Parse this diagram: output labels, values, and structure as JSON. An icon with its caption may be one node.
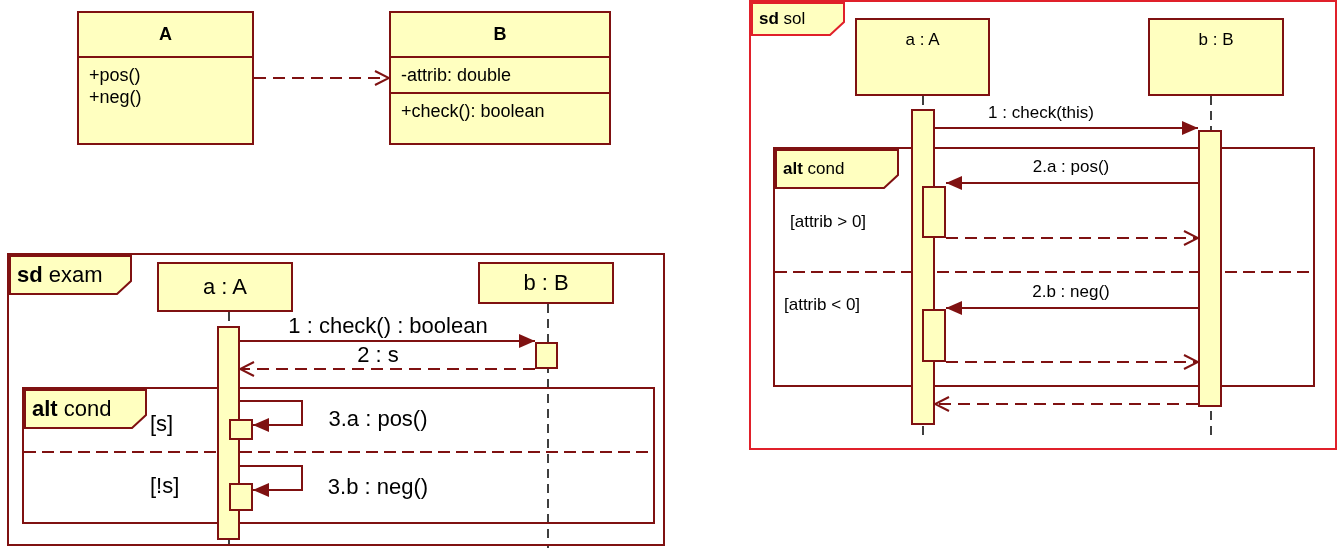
{
  "diagram": {
    "nodes": [
      {
        "text": [
          "A",
          "+pos()",
          "+neg()"
        ]
      },
      {
        "text": [
          "B",
          "-attrib: double",
          "+check(): boolean"
        ]
      },
      {
        "text": [
          "**sd** exam"
        ]
      },
      {
        "text": [
          "a : A"
        ],
        "in": 2
      },
      {
        "text": [
          "b : B"
        ],
        "in": 2
      },
      {
        "text": [
          "**alt** cond",
          "[s]",
          "[!s]"
        ],
        "in": 2
      },
      {
        "text": [],
        "shape": "bar",
        "in": 2
      },
      {
        "text": [],
        "shape": "bar",
        "in": 2
      },
      {
        "text": [],
        "shape": "bar",
        "in": 5
      },
      {
        "text": [],
        "shape": "bar",
        "in": 5
      },
      {
        "text": [
          "**sd** sol"
        ]
      },
      {
        "text": [
          "a : A"
        ],
        "in": 10
      },
      {
        "text": [
          "b : B"
        ],
        "in": 10
      },
      {
        "text": [
          "**alt** cond",
          "[attrib > 0]",
          "[attrib < 0]"
        ],
        "in": 10
      },
      {
        "text": [],
        "shape": "bar",
        "in": 10
      },
      {
        "text": [],
        "shape": "bar",
        "in": 10
      },
      {
        "text": [],
        "shape": "bar",
        "in": 13
      },
      {
        "text": [],
        "shape": "bar",
        "in": 13
      }
    ],
    "edges": [
      {
        "from": 0,
        "to": 1,
        "arrow": "to",
        "style": "dashed"
      },
      {
        "from": 6,
        "to": 7,
        "arrow": "to",
        "label": "1 : check() : boolean"
      },
      {
        "from": 7,
        "to": 6,
        "arrow": "to",
        "label": "2 : s",
        "style": "dashed"
      },
      {
        "from": 6,
        "to": 8,
        "arrow": "to",
        "label": "3.a : pos()"
      },
      {
        "from": 6,
        "to": 9,
        "arrow": "to",
        "label": "3.b : neg()"
      },
      {
        "from": 14,
        "to": 15,
        "arrow": "to",
        "label": "1 : check(this)"
      },
      {
        "from": 15,
        "to": 16,
        "arrow": "to",
        "label": "2.a : pos()"
      },
      {
        "from": 16,
        "to": 15,
        "arrow": "to",
        "style": "dashed"
      },
      {
        "from": 15,
        "to": 17,
        "arrow": "to",
        "label": "2.b : neg()"
      },
      {
        "from": 17,
        "to": 15,
        "arrow": "to",
        "style": "dashed"
      },
      {
        "from": 15,
        "to": 14,
        "arrow": "to",
        "style": "dashed"
      }
    ]
  }
}
